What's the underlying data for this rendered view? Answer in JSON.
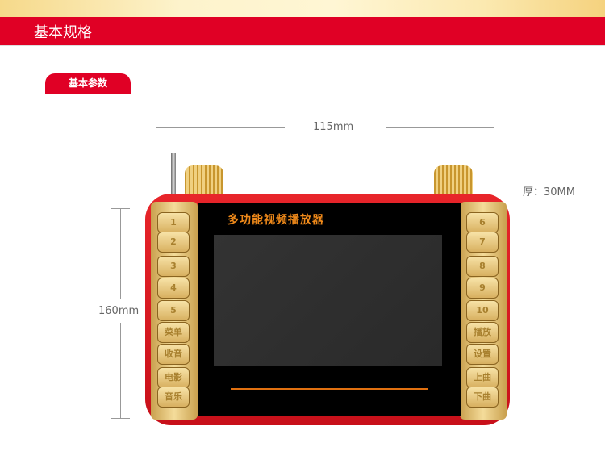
{
  "header": {
    "title": "基本规格"
  },
  "section": {
    "label": "基本参数"
  },
  "dimensions": {
    "width": "115mm",
    "height": "160mm",
    "thickness": "厚：30MM"
  },
  "device": {
    "brand_text": "多功能视频播放器",
    "left_buttons": [
      "1",
      "2",
      "3",
      "4",
      "5",
      "菜单",
      "收音",
      "电影",
      "音乐"
    ],
    "right_buttons": [
      "6",
      "7",
      "8",
      "9",
      "10",
      "播放",
      "设置",
      "上曲",
      "下曲"
    ]
  },
  "colors": {
    "accent": "#e00025",
    "screen_text": "#f08a1a"
  }
}
